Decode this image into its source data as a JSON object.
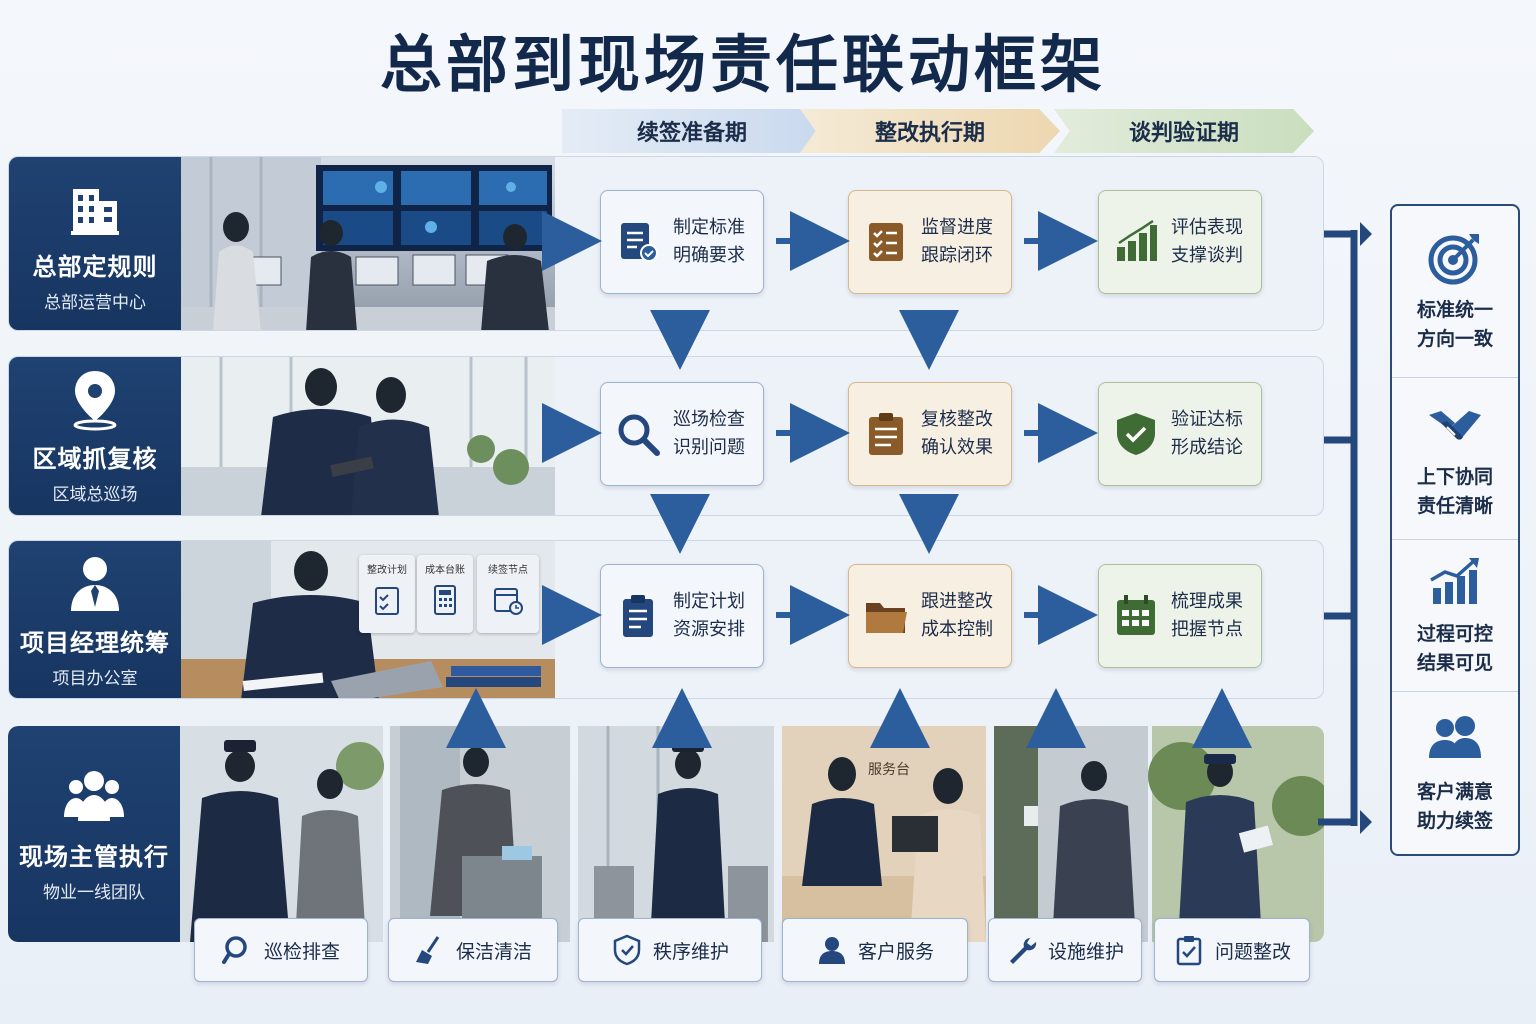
{
  "title": "总部到现场责任联动框架",
  "phases": [
    "续签准备期",
    "整改执行期",
    "谈判验证期"
  ],
  "rows": [
    {
      "label": "总部定规则",
      "sub": "总部运营中心",
      "steps": [
        {
          "line1": "制定标准",
          "line2": "明确要求",
          "icon": "document-check-icon"
        },
        {
          "line1": "监督进度",
          "line2": "跟踪闭环",
          "icon": "checklist-icon"
        },
        {
          "line1": "评估表现",
          "line2": "支撑谈判",
          "icon": "bar-chart-icon"
        }
      ]
    },
    {
      "label": "区域抓复核",
      "sub": "区域总巡场",
      "steps": [
        {
          "line1": "巡场检查",
          "line2": "识别问题",
          "icon": "magnifier-icon"
        },
        {
          "line1": "复核整改",
          "line2": "确认效果",
          "icon": "clipboard-icon"
        },
        {
          "line1": "验证达标",
          "line2": "形成结论",
          "icon": "shield-check-icon"
        }
      ]
    },
    {
      "label": "项目经理统筹",
      "sub": "项目办公室",
      "steps": [
        {
          "line1": "制定计划",
          "line2": "资源安排",
          "icon": "clipboard-list-icon"
        },
        {
          "line1": "跟进整改",
          "line2": "成本控制",
          "icon": "folder-icon"
        },
        {
          "line1": "梳理成果",
          "line2": "把握节点",
          "icon": "calendar-icon"
        }
      ]
    },
    {
      "label": "现场主管执行",
      "sub": "物业一线团队"
    }
  ],
  "photo_cards": [
    "整改计划",
    "成本台账",
    "续签节点"
  ],
  "photo_sign": "服务台",
  "tasks": [
    {
      "label": "巡检排查",
      "icon": "search-icon"
    },
    {
      "label": "保洁清洁",
      "icon": "broom-icon"
    },
    {
      "label": "秩序维护",
      "icon": "security-shield-icon"
    },
    {
      "label": "客户服务",
      "icon": "user-icon"
    },
    {
      "label": "设施维护",
      "icon": "wrench-icon"
    },
    {
      "label": "问题整改",
      "icon": "clipboard-check-icon"
    }
  ],
  "outcomes": [
    {
      "line1": "标准统一",
      "line2": "方向一致",
      "icon": "target-icon"
    },
    {
      "line1": "上下协同",
      "line2": "责任清晰",
      "icon": "handshake-icon"
    },
    {
      "line1": "过程可控",
      "line2": "结果可见",
      "icon": "trend-chart-icon"
    },
    {
      "line1": "客户满意",
      "line2": "助力续签",
      "icon": "users-icon"
    }
  ],
  "colors": {
    "navy": "#1f4272",
    "blue_arrow": "#2c5d9c",
    "gold": "#8a5a28",
    "green": "#3f6b34"
  }
}
